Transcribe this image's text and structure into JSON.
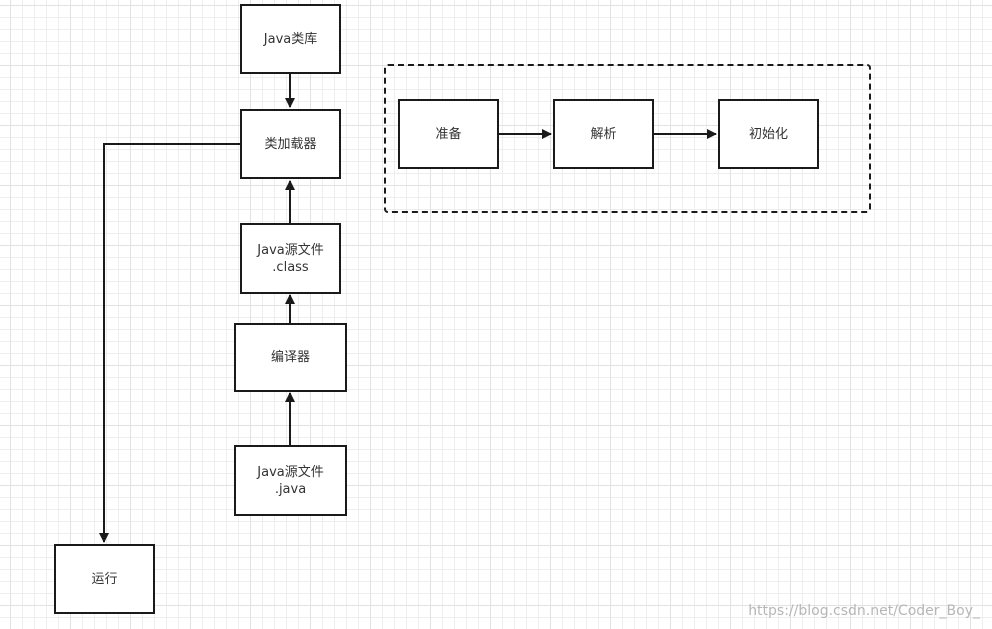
{
  "nodes": {
    "java_library": "Java类库",
    "class_loader": "类加载器",
    "class_source": {
      "line1": "Java源文件",
      "line2": ".class"
    },
    "compiler": "编译器",
    "java_source": {
      "line1": "Java源文件",
      "line2": ".java"
    },
    "run": "运行"
  },
  "linking": {
    "prepare": "准备",
    "resolve": "解析",
    "initialize": "初始化"
  },
  "watermark": "https://blog.csdn.net/Coder_Boy_"
}
